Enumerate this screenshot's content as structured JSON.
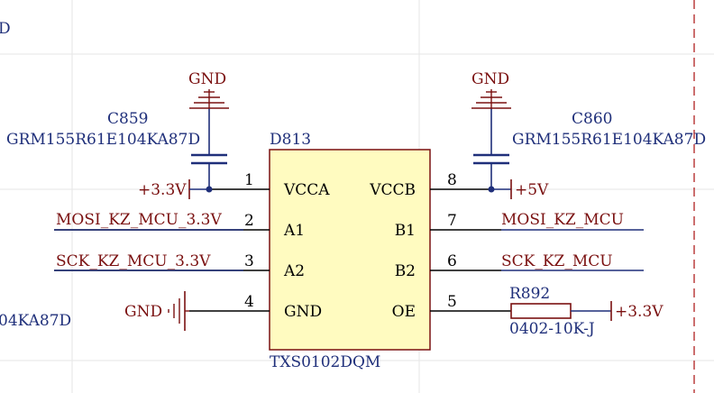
{
  "top_left_label": "D",
  "bottom_left_label": "04KA87D",
  "ic": {
    "ref": "D813",
    "part": "TXS0102DQM",
    "pins": [
      {
        "num": "1",
        "name": "VCCA"
      },
      {
        "num": "2",
        "name": "A1"
      },
      {
        "num": "3",
        "name": "A2"
      },
      {
        "num": "4",
        "name": "GND"
      },
      {
        "num": "8",
        "name": "VCCB"
      },
      {
        "num": "7",
        "name": "B1"
      },
      {
        "num": "6",
        "name": "B2"
      },
      {
        "num": "5",
        "name": "OE"
      }
    ]
  },
  "capacitors": [
    {
      "ref": "C859",
      "value": "GRM155R61E104KA87D"
    },
    {
      "ref": "C860",
      "value": "GRM155R61E104KA87D"
    }
  ],
  "resistor": {
    "ref": "R892",
    "value": "0402-10K-J"
  },
  "power": {
    "gnd": "GND",
    "v33_left": "+3.3V",
    "v5": "+5V",
    "v33_right": "+3.3V"
  },
  "nets": {
    "mosi_left": "MOSI_KZ_MCU_3.3V",
    "sck_left": "SCK_KZ_MCU_3.3V",
    "mosi_right": "MOSI_KZ_MCU",
    "sck_right": "SCK_KZ_MCU"
  },
  "colors": {
    "wire": "#1f2f7a",
    "component": "#7a1010",
    "text_blue": "#1f2f7a",
    "text_red": "#7a1010",
    "ic_fill": "#fffbc0",
    "ic_border": "#7a1010",
    "grid": "#e6e6e6",
    "border_dash": "#b02020"
  }
}
